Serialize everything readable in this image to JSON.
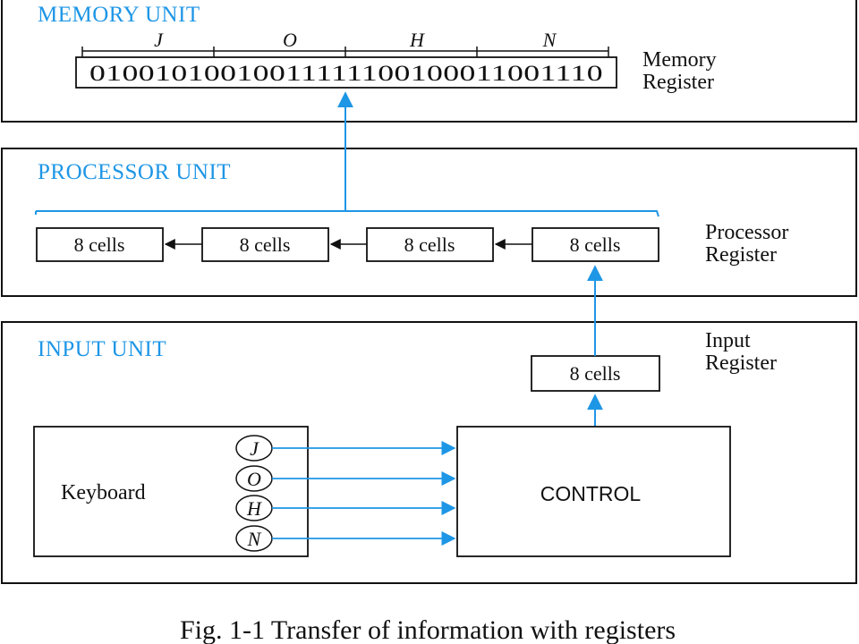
{
  "memory_unit": {
    "title": "MEMORY UNIT",
    "letters": [
      "J",
      "O",
      "H",
      "N"
    ],
    "bits": "01001010010011111100100011001110",
    "register_label": [
      "Memory",
      "Register"
    ]
  },
  "processor_unit": {
    "title": "PROCESSOR UNIT",
    "cells": [
      "8 cells",
      "8 cells",
      "8 cells",
      "8 cells"
    ],
    "register_label": [
      "Processor",
      "Register"
    ]
  },
  "input_unit": {
    "title": "INPUT  UNIT",
    "register_cell": "8 cells",
    "register_label": [
      "Input",
      "Register"
    ],
    "keyboard_label": "Keyboard",
    "keys": [
      "J",
      "O",
      "H",
      "N"
    ],
    "control_label": "CONTROL"
  },
  "caption": "Fig. 1-1  Transfer of information with registers",
  "colors": {
    "accent": "#1e96e6",
    "line": "#111111"
  }
}
